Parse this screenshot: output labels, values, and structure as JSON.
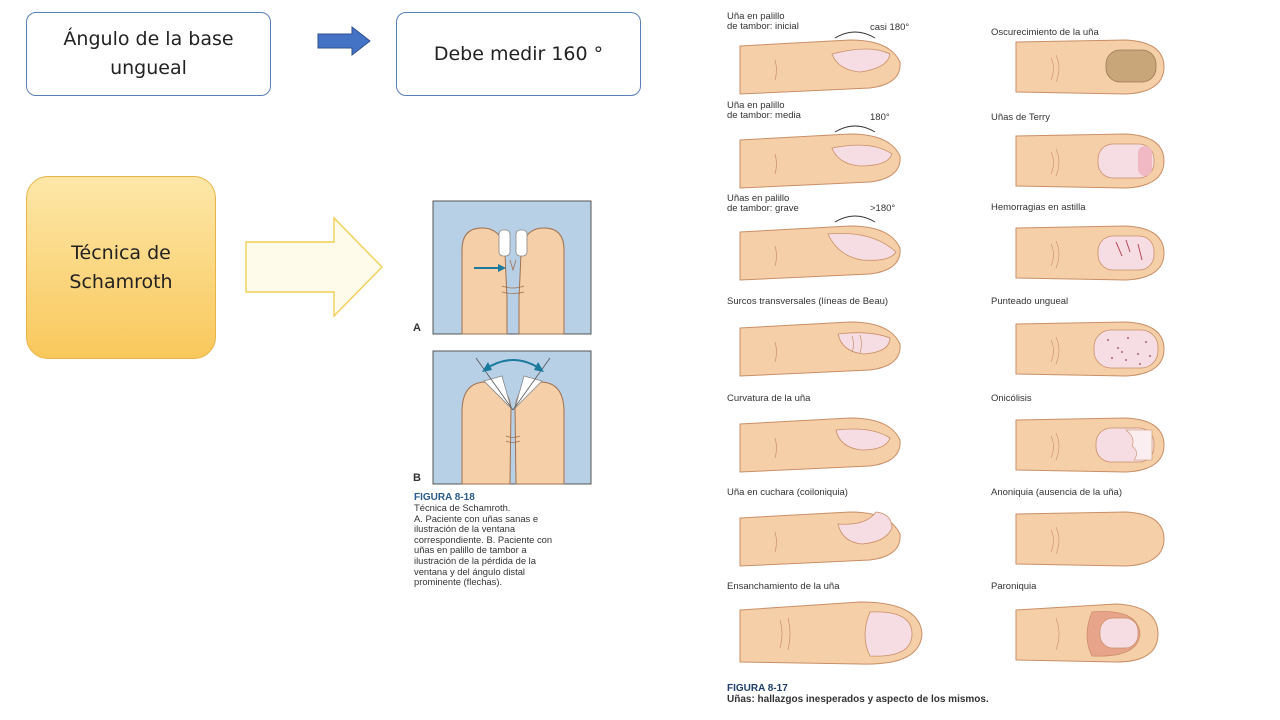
{
  "slide": {
    "box_angle": "Ángulo de la base ungueal",
    "box_measure": "Debe medir 160 °",
    "box_technique": "Técnica de Schamroth"
  },
  "fig18": {
    "title": "FIGURA 8-18",
    "caption_lines": [
      "Técnica de Schamroth.",
      "A. Paciente con uñas sanas e",
      "ilustración de la ventana",
      "correspondiente. B. Paciente con",
      "uñas en palillo de tambor a",
      "ilustración de la pérdida de la",
      "ventana y del ángulo distal",
      "prominente (flechas)."
    ],
    "label_a": "A",
    "label_b": "B"
  },
  "fig17": {
    "title": "FIGURA 8-17",
    "caption": "Uñas: hallazgos inesperados y aspecto de los mismos.",
    "left": [
      {
        "label1": "Uña en palillo",
        "label2": "de tambor: inicial",
        "angle": "casi 180°"
      },
      {
        "label1": "Uña en palillo",
        "label2": "de tambor: media",
        "angle": "180°"
      },
      {
        "label1": "Uñas en palillo",
        "label2": "de tambor: grave",
        "angle": ">180°"
      },
      {
        "label1": "Surcos transversales (líneas de Beau)",
        "label2": "",
        "angle": ""
      },
      {
        "label1": "Curvatura de la uña",
        "label2": "",
        "angle": ""
      },
      {
        "label1": "Uña en cuchara (coiloniquia)",
        "label2": "",
        "angle": ""
      },
      {
        "label1": "Ensanchamiento de la uña",
        "label2": "",
        "angle": ""
      }
    ],
    "right": [
      {
        "label1": "Oscurecimiento de la uña"
      },
      {
        "label1": "Uñas de Terry"
      },
      {
        "label1": "Hemorragias en astilla"
      },
      {
        "label1": "Punteado ungueal"
      },
      {
        "label1": "Onicólisis"
      },
      {
        "label1": "Anoniquia (ausencia de la uña)"
      },
      {
        "label1": "Paroniquia"
      }
    ]
  },
  "colors": {
    "skin": "#f5cfa8",
    "skin_shadow": "#e2a87d",
    "nail": "#f6dde4",
    "arrow_blue": "#4472c4",
    "figure_bg": "#b7d0e6"
  }
}
